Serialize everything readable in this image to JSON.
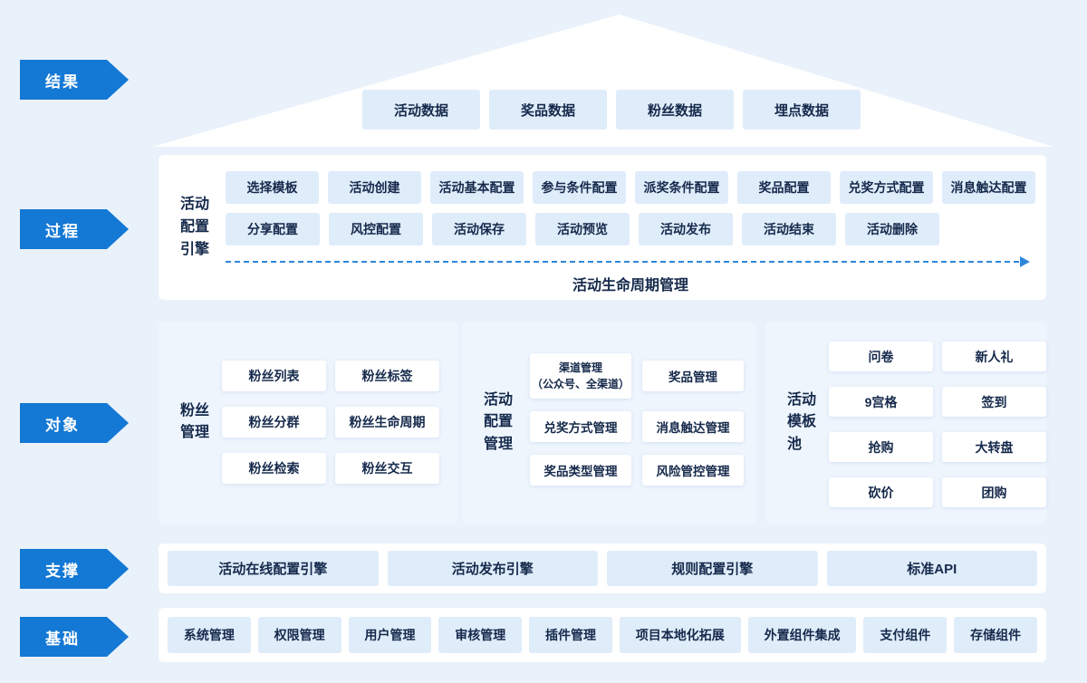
{
  "colors": {
    "page_bg": "#e9f1fa",
    "accent_blue": "#1478d5",
    "panel_white": "#ffffff",
    "object_panel_bg": "#eef5fd",
    "box_blue": "#dfecfa",
    "text_dark": "#15294b",
    "arrow_line": "#2f86d8"
  },
  "rows": {
    "result": {
      "label": "结果"
    },
    "process": {
      "label": "过程"
    },
    "object": {
      "label": "对象"
    },
    "support": {
      "label": "支撑"
    },
    "foundation": {
      "label": "基础"
    }
  },
  "top_triangle": {
    "items": [
      "活动数据",
      "奖品数据",
      "粉丝数据",
      "埋点数据"
    ]
  },
  "process_section": {
    "engine_label": "活动配置引擎",
    "row1": [
      "选择模板",
      "活动创建",
      "活动基本配置",
      "参与条件配置",
      "派奖条件配置",
      "奖品配置",
      "兑奖方式配置",
      "消息触达配置"
    ],
    "row2": [
      "分享配置",
      "风控配置",
      "活动保存",
      "活动预览",
      "活动发布",
      "活动结束",
      "活动删除"
    ],
    "lifecycle_label": "活动生命周期管理"
  },
  "object_section": {
    "fans": {
      "label": "粉丝管理",
      "items": [
        "粉丝列表",
        "粉丝标签",
        "粉丝分群",
        "粉丝生命周期",
        "粉丝检索",
        "粉丝交互"
      ]
    },
    "config": {
      "label": "活动配置管理",
      "items": [
        "渠道管理\n（公众号、全渠道）",
        "奖品管理",
        "兑奖方式管理",
        "消息触达管理",
        "奖品类型管理",
        "风险管控管理"
      ]
    },
    "templates": {
      "label": "活动模板池",
      "items": [
        "问卷",
        "新人礼",
        "9宫格",
        "签到",
        "抢购",
        "大转盘",
        "砍价",
        "团购"
      ]
    }
  },
  "support_section": {
    "items": [
      "活动在线配置引擎",
      "活动发布引擎",
      "规则配置引擎",
      "标准API"
    ]
  },
  "foundation_section": {
    "items": [
      "系统管理",
      "权限管理",
      "用户管理",
      "审核管理",
      "插件管理",
      "项目本地化拓展",
      "外置组件集成",
      "支付组件",
      "存储组件"
    ]
  }
}
